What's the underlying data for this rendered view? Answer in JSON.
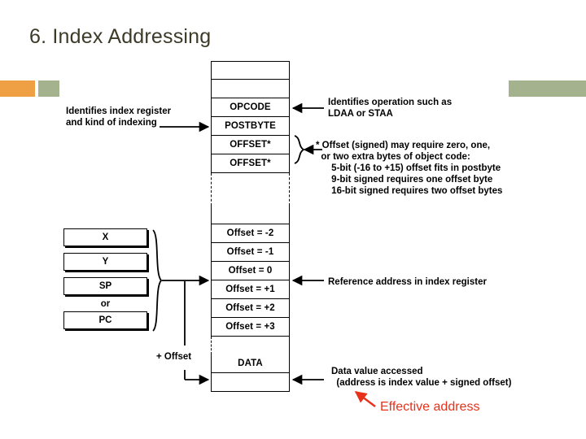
{
  "slide": {
    "title": "6. Index Addressing",
    "title_color": "#3d3a28",
    "accent_orange": "#f0a044",
    "accent_green": "#a4b38d",
    "highlight_red": "#e8311a"
  },
  "memory_column": {
    "rows": [
      {
        "label": "",
        "kind": "empty"
      },
      {
        "label": "",
        "kind": "empty"
      },
      {
        "label": "OPCODE",
        "kind": "labeled"
      },
      {
        "label": "POSTBYTE",
        "kind": "labeled"
      },
      {
        "label": "OFFSET*",
        "kind": "labeled"
      },
      {
        "label": "OFFSET*",
        "kind": "labeled"
      },
      {
        "label": "",
        "kind": "break"
      },
      {
        "label": "",
        "kind": "empty"
      },
      {
        "label": "Offset = -2",
        "kind": "labeled"
      },
      {
        "label": "Offset = -1",
        "kind": "labeled"
      },
      {
        "label": "Offset = 0",
        "kind": "labeled"
      },
      {
        "label": "Offset = +1",
        "kind": "labeled"
      },
      {
        "label": "Offset = +2",
        "kind": "labeled"
      },
      {
        "label": "Offset = +3",
        "kind": "labeled"
      },
      {
        "label": "",
        "kind": "break2"
      },
      {
        "label": "DATA",
        "kind": "labeled"
      },
      {
        "label": "",
        "kind": "empty"
      }
    ]
  },
  "registers": {
    "items": [
      {
        "label": "X"
      },
      {
        "label": "Y"
      },
      {
        "label": "SP"
      }
    ],
    "conjunction": "or",
    "last": {
      "label": "PC"
    },
    "offset_label": "+ Offset"
  },
  "annotations": {
    "index_register": "Identifies index register\nand kind of indexing",
    "opcode": "Identifies operation such as\nLDAA or STAA",
    "offset_note": "* Offset (signed) may require zero, one,\n  or two extra bytes of object code:\n      5-bit (-16 to +15) offset fits in postbyte\n      9-bit signed requires one offset byte\n      16-bit signed requires two offset bytes",
    "reference_address": "Reference address in index register",
    "data_value": "Data value accessed\n  (address is index value + signed offset)",
    "effective_address": "Effective address"
  }
}
